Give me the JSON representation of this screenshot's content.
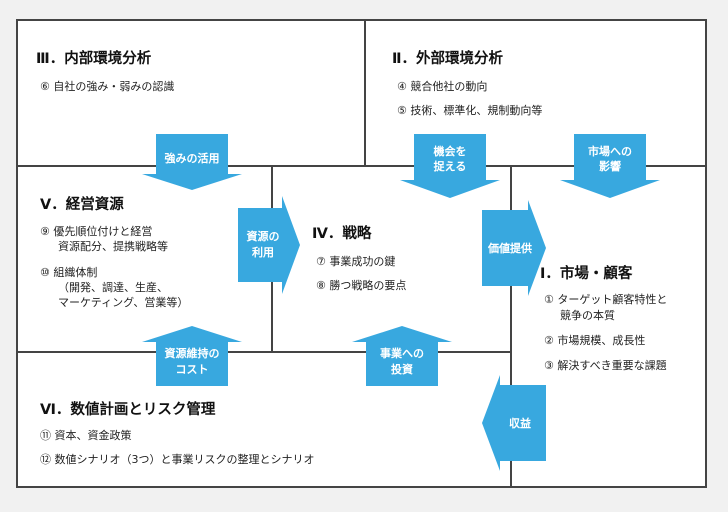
{
  "accent_color": "#38a8df",
  "sections": {
    "internal": {
      "title": "Ⅲ．内部環境分析",
      "items": [
        "⑥ 自社の強み・弱みの認識"
      ]
    },
    "external": {
      "title": "Ⅱ．外部環境分析",
      "items": [
        "④ 競合他社の動向",
        "⑤ 技術、標準化、規制動向等"
      ]
    },
    "resources": {
      "title": "Ⅴ．経営資源",
      "items": [
        {
          "line1": "⑨ 優先順位付けと経営",
          "line2": "資源配分、提携戦略等"
        },
        {
          "line1": "⑩ 組織体制",
          "line2": "（開発、調達、生産、",
          "line3": "マーケティング、営業等）"
        }
      ]
    },
    "strategy": {
      "title": "Ⅳ．戦略",
      "items": [
        "⑦ 事業成功の鍵",
        "⑧ 勝つ戦略の要点"
      ]
    },
    "market": {
      "title": "Ⅰ．市場・顧客",
      "items": [
        {
          "line1": "① ターゲット顧客特性と",
          "line2": "競争の本質"
        },
        {
          "line1": "② 市場規模、成長性"
        },
        {
          "line1": "③ 解決すべき重要な課題"
        }
      ]
    },
    "planning": {
      "title": "Ⅵ．数値計画とリスク管理",
      "items": [
        "⑪ 資本、資金政策",
        "⑫ 数値シナリオ（3つ）と事業リスクの整理とシナリオ"
      ]
    }
  },
  "arrows": {
    "strength_use": {
      "line1": "強みの活用"
    },
    "capture_opportunity": {
      "line1": "機会を",
      "line2": "捉える"
    },
    "market_impact": {
      "line1": "市場への",
      "line2": "影響"
    },
    "resource_use": {
      "line1": "資源の",
      "line2": "利用"
    },
    "value_provision": {
      "line1": "価値提供"
    },
    "maintenance_cost": {
      "line1": "資源維持の",
      "line2": "コスト"
    },
    "business_investment": {
      "line1": "事業への",
      "line2": "投資"
    },
    "revenue": {
      "line1": "収益"
    }
  }
}
